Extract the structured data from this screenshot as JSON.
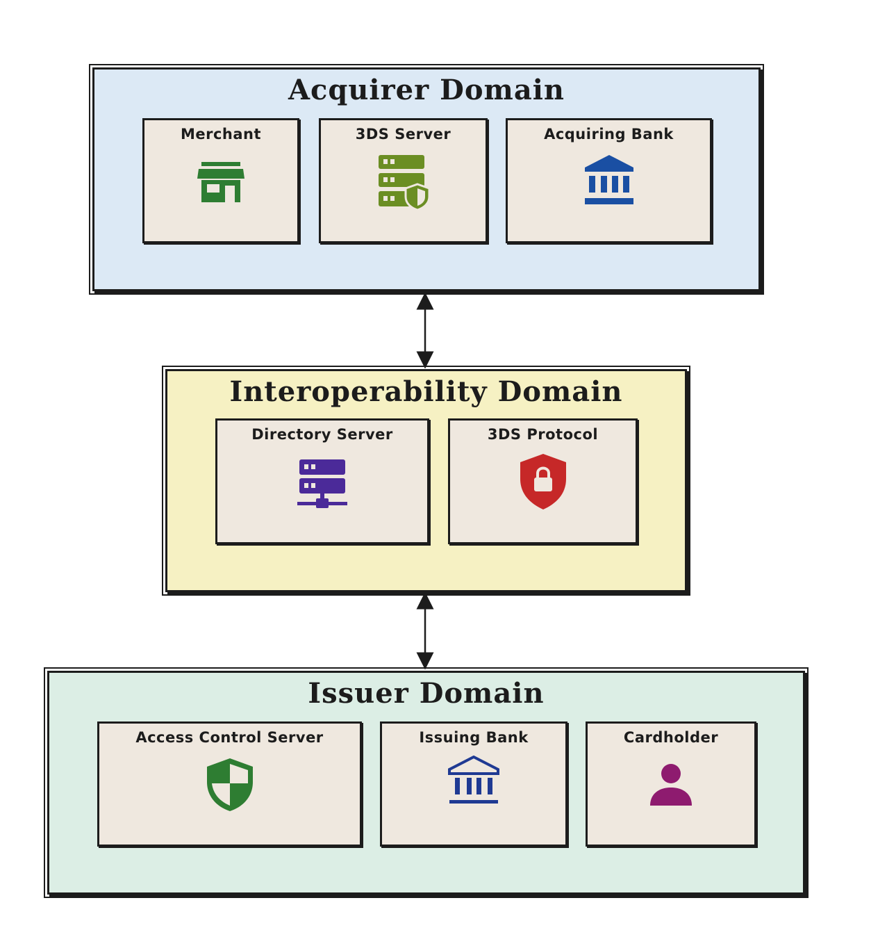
{
  "domains": {
    "acquirer": {
      "title": "Acquirer Domain",
      "nodes": [
        {
          "label": "Merchant",
          "icon": "storefront-icon",
          "color": "#2e7d32"
        },
        {
          "label": "3DS Server",
          "icon": "server-shield-icon",
          "color": "#6b8e23"
        },
        {
          "label": "Acquiring Bank",
          "icon": "bank-icon",
          "color": "#1a4fa3"
        }
      ]
    },
    "interoperability": {
      "title": "Interoperability Domain",
      "nodes": [
        {
          "label": "Directory Server",
          "icon": "network-server-icon",
          "color": "#4b2a99"
        },
        {
          "label": "3DS Protocol",
          "icon": "shield-lock-icon",
          "color": "#c62828"
        }
      ]
    },
    "issuer": {
      "title": "Issuer Domain",
      "nodes": [
        {
          "label": "Access Control Server",
          "icon": "security-shield-icon",
          "color": "#2e7d32"
        },
        {
          "label": "Issuing Bank",
          "icon": "bank-icon",
          "color": "#1f3a93"
        },
        {
          "label": "Cardholder",
          "icon": "person-icon",
          "color": "#8e1b6f"
        }
      ]
    }
  },
  "colors": {
    "acquirer_bg": "#dce9f5",
    "interop_bg": "#f6f1c3",
    "issuer_bg": "#dceee5",
    "node_bg": "#efe8df",
    "stroke": "#1c1c1c"
  }
}
